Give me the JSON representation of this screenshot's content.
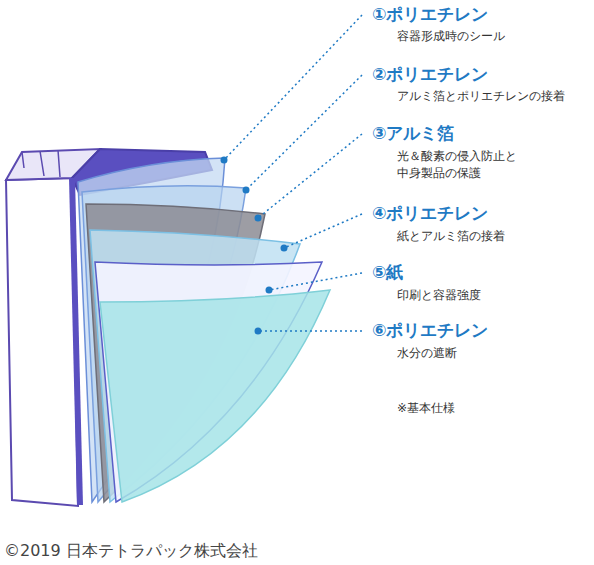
{
  "diagram": {
    "labels": [
      "①ポリエチレン",
      "容器形成時のシール",
      "②ポリエチレン",
      "アルミ箔とポリエチレンの接着",
      "③アルミ箔",
      "光＆酸素の侵入防止と 中身製品の保護",
      "④ポリエチレン",
      "紙とアルミ箔の接着",
      "⑤紙",
      "印刷と容器強度",
      "⑥ポリエチレン",
      "水分の遮断",
      "※基本仕様",
      "©2019 日本テトラパック株式会社"
    ]
  }
}
